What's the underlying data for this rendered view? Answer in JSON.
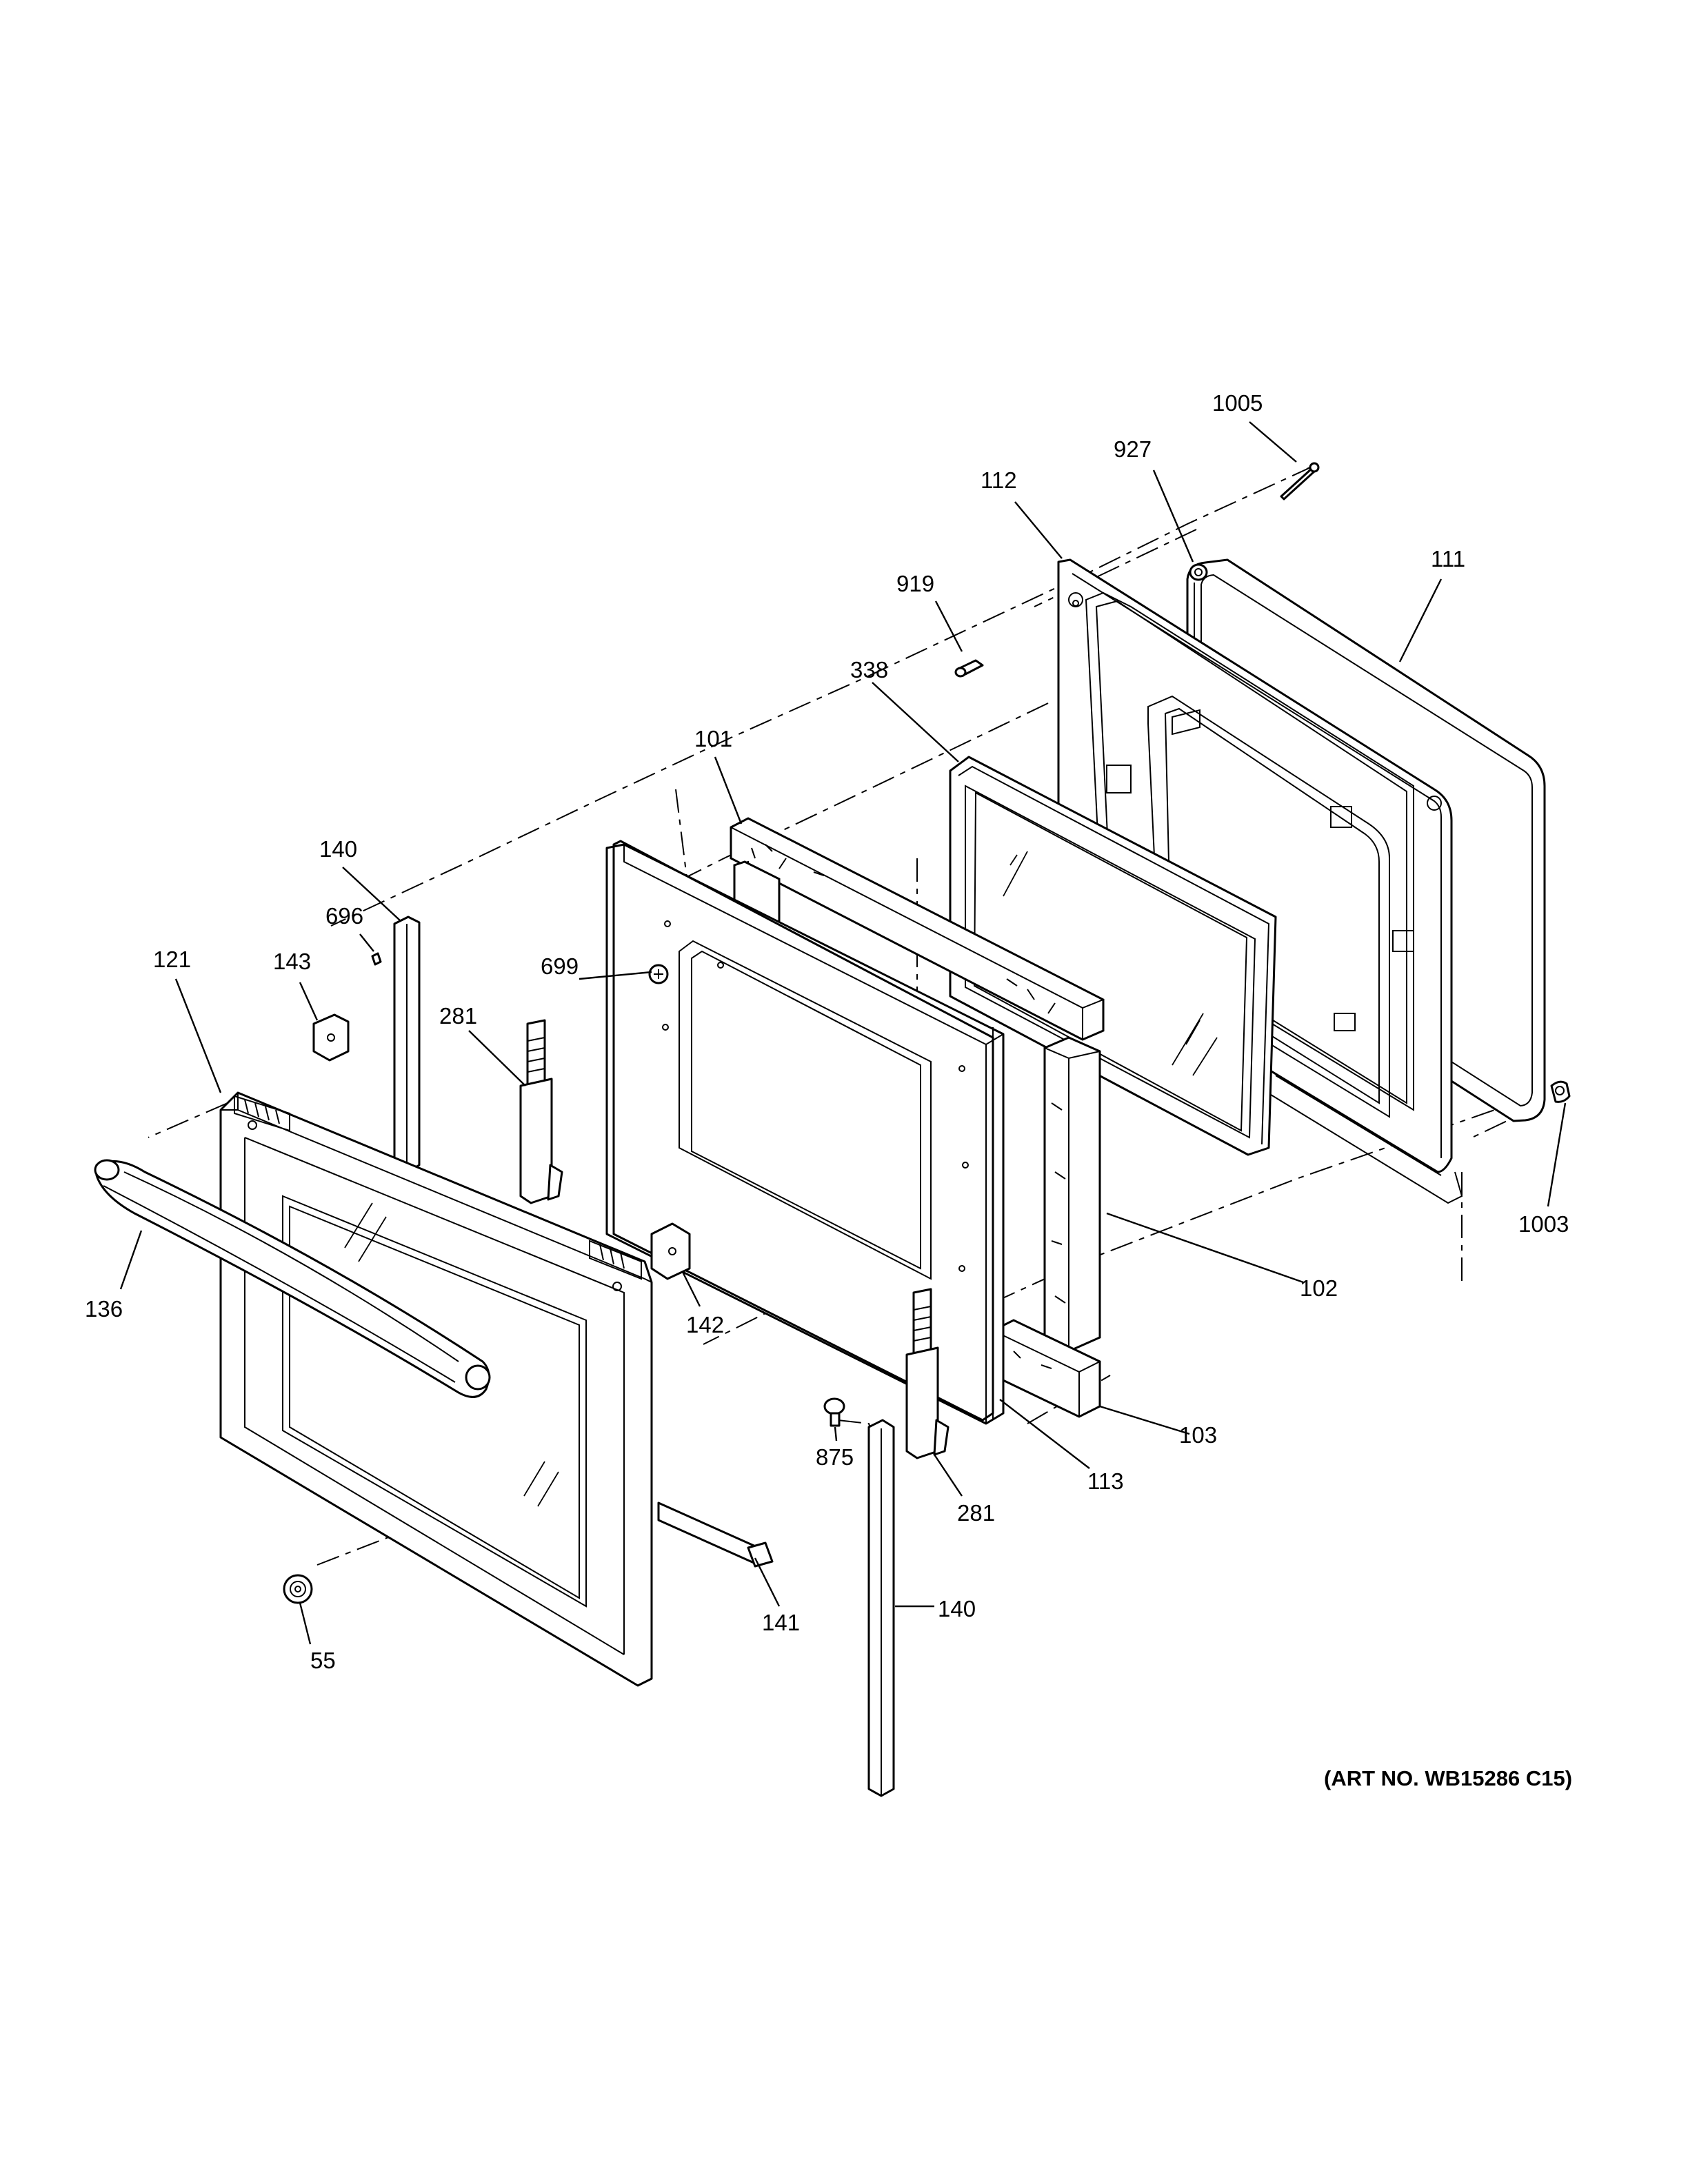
{
  "callouts": {
    "c1005": "1005",
    "c927": "927",
    "c112": "112",
    "c111": "111",
    "c919": "919",
    "c338": "338",
    "c101": "101",
    "c140_top": "140",
    "c696": "696",
    "c143": "143",
    "c121": "121",
    "c699": "699",
    "c281_top": "281",
    "c136": "136",
    "c142": "142",
    "c1003": "1003",
    "c102": "102",
    "c103": "103",
    "c113": "113",
    "c875": "875",
    "c281_bottom": "281",
    "c141": "141",
    "c140_bottom": "140",
    "c55": "55"
  },
  "art_number": "(ART NO. WB15286 C15)"
}
